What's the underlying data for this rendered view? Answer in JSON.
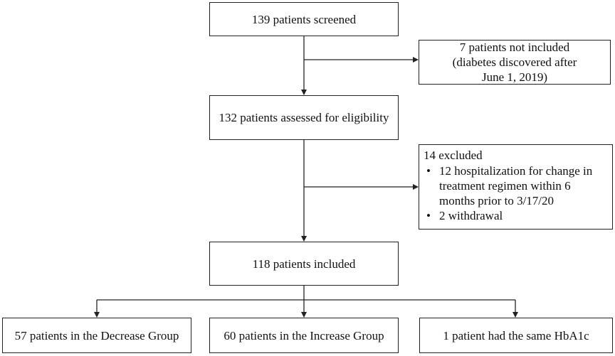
{
  "flowchart": {
    "screened": "139 patients screened",
    "not_included": {
      "line1": "7 patients not included",
      "line2": "(diabetes discovered after",
      "line3": "June 1, 2019)"
    },
    "assessed": "132 patients assessed for eligibility",
    "excluded": {
      "heading": "14 excluded",
      "items": [
        "12 hospitalization for change in treatment regimen within 6 months prior to 3/17/20",
        "2 withdrawal"
      ]
    },
    "included": "118 patients included",
    "groups": [
      "57 patients in the Decrease Group",
      "60 patients in the Increase Group",
      "1 patient had the same HbA1c"
    ]
  }
}
